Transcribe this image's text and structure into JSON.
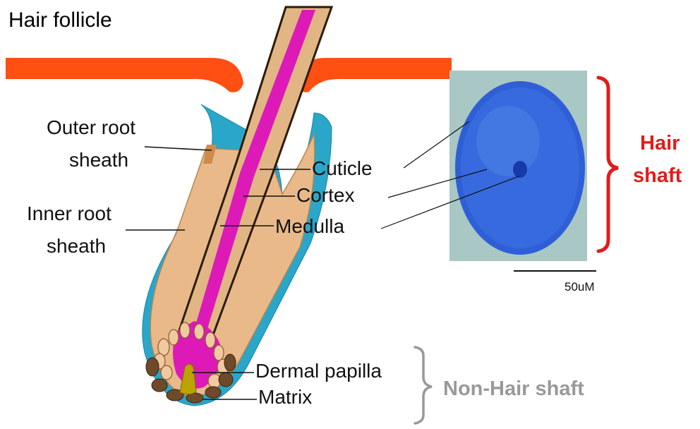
{
  "title": "Hair follicle",
  "labels": {
    "outer_root_sheath": [
      "Outer root",
      "sheath"
    ],
    "inner_root_sheath": [
      "Inner root",
      "sheath"
    ],
    "cuticle": "Cuticle",
    "cortex": "Cortex",
    "medulla": "Medulla",
    "dermal_papilla": "Dermal papilla",
    "matrix": "Matrix"
  },
  "brackets": {
    "hair_shaft": [
      "Hair",
      "shaft"
    ],
    "non_hair_shaft": "Non-Hair shaft"
  },
  "scale_bar": "50uM",
  "colors": {
    "skin": "#ff4f12",
    "outer_sheath": "#2aa6c8",
    "inner_sheath": "#e9b98a",
    "shaft": "#e2b584",
    "medulla": "#dd1ab8",
    "papilla": "#b9a400",
    "hair_shaft_bracket": "#e21b1b",
    "non_hair_bracket": "#999999",
    "micrograph_bg": "#a9c7c4",
    "micrograph_section": "#2f5fd6"
  }
}
